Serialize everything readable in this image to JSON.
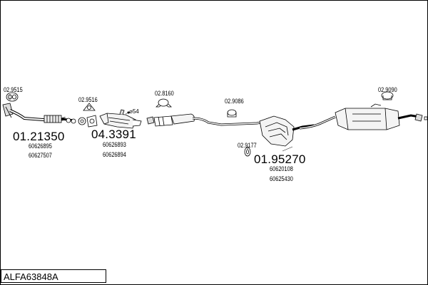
{
  "diagram_title": "ALFA63848A",
  "assemblies": [
    {
      "id": "front",
      "number": "01.21350",
      "refs": [
        "60626895",
        "60627507"
      ],
      "clamp": "02.9515"
    },
    {
      "id": "catalyst",
      "number": "04.3391",
      "refs": [
        "60626893",
        "60626894"
      ],
      "clamp": "02.9516",
      "tag": "54"
    },
    {
      "id": "rear",
      "number": "01.95270",
      "refs": [
        "60620108",
        "60625430"
      ]
    }
  ],
  "parts": {
    "p8160": "02.8160",
    "p9086": "02.9086",
    "p9177": "02.9177",
    "p9090": "02.9090"
  }
}
